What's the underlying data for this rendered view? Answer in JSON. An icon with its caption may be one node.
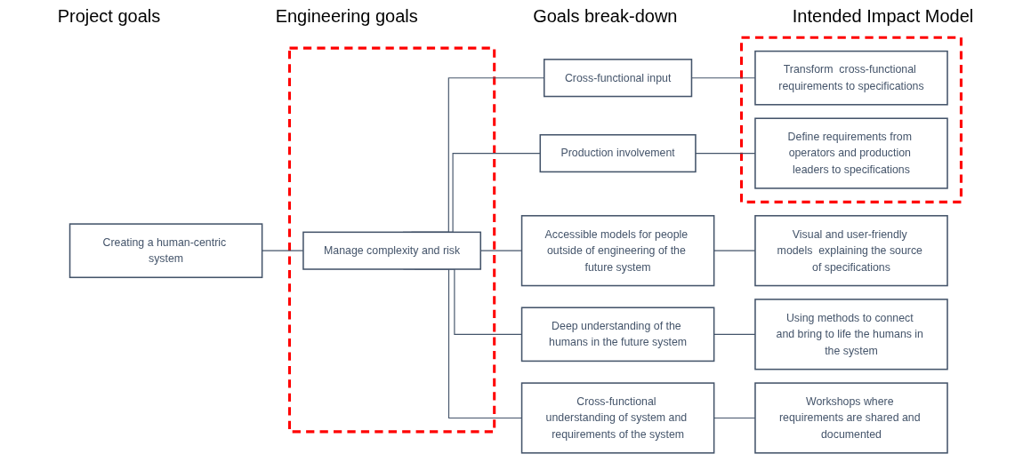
{
  "diagram": {
    "nodes": [
      {
        "text": [
          "Creating a human-centric system"
        ]
      },
      {
        "text": [],
        "shape": "box"
      },
      {
        "text": [
          "Manage complexity and risk"
        ],
        "in": 1
      },
      {
        "text": [
          "Cross-functional input"
        ]
      },
      {
        "text": [
          "Production involvement"
        ]
      },
      {
        "text": [
          "Accessible models for people outside of engineering of the future system"
        ]
      },
      {
        "text": [
          "Deep understanding of the humans in the future system"
        ]
      },
      {
        "text": [
          "Cross-functional understanding of system and requirements of the system"
        ]
      },
      {
        "text": [],
        "shape": "box"
      },
      {
        "text": [
          "Transform  cross-functional requirements to specifications"
        ],
        "in": 8
      },
      {
        "text": [
          "Define requirements from operators and production leaders to specifications"
        ],
        "in": 8
      },
      {
        "text": [
          "Visual and user-friendly models  explaining the source of specifications"
        ]
      },
      {
        "text": [
          "Using methods to connect and bring to life the humans in the system"
        ]
      },
      {
        "text": [
          "Workshops where requirements are shared and documented"
        ]
      }
    ],
    "edges": [
      {
        "from": 0,
        "to": 2,
        "arrow": "none"
      },
      {
        "from": 2,
        "to": 3,
        "arrow": "none"
      },
      {
        "from": 2,
        "to": 4,
        "arrow": "none"
      },
      {
        "from": 2,
        "to": 5,
        "arrow": "none"
      },
      {
        "from": 2,
        "to": 6,
        "arrow": "none"
      },
      {
        "from": 2,
        "to": 7,
        "arrow": "none"
      },
      {
        "from": 3,
        "to": 9,
        "arrow": "none"
      },
      {
        "from": 4,
        "to": 10,
        "arrow": "none"
      },
      {
        "from": 5,
        "to": 11,
        "arrow": "none"
      },
      {
        "from": 6,
        "to": 12,
        "arrow": "none"
      },
      {
        "from": 7,
        "to": 13,
        "arrow": "none"
      }
    ],
    "labels": [
      "Project goals",
      "Engineering goals",
      "Goals break-down",
      "Intended Impact Model"
    ]
  }
}
